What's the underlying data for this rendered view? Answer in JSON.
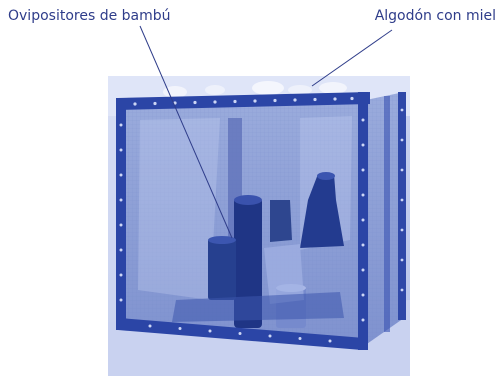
{
  "labels": {
    "left": "Ovipositores de bambú",
    "right": "Algodón con miel"
  },
  "photo": {
    "subject": "mesh-cage-with-bamboo-ovipositors",
    "tint": "#4a66c9"
  }
}
